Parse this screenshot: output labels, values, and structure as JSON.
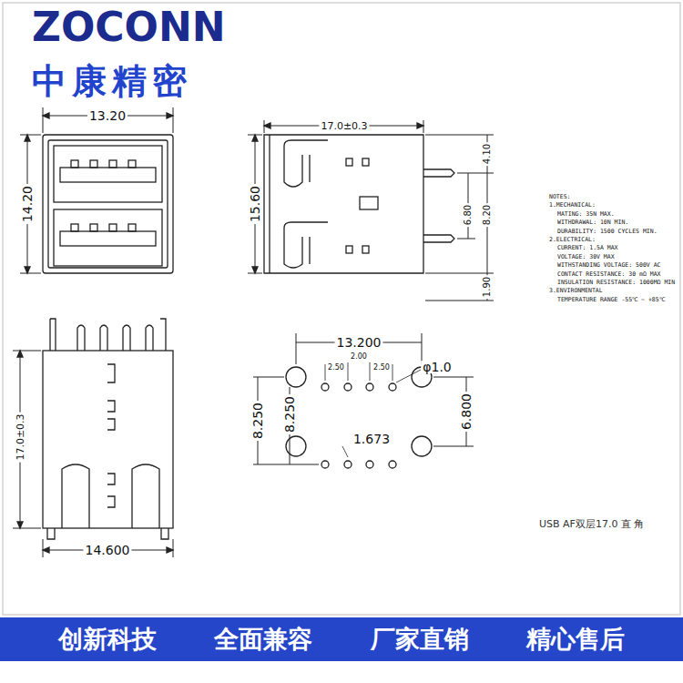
{
  "diagram": {
    "nodes": [
      {
        "text": [
          "创新科技",
          "全面兼容",
          "厂家直销",
          "精心售后"
        ]
      }
    ],
    "labels": [
      "ZOCONN",
      "中康精密",
      "13.20",
      "14.20",
      "17.0±0.3",
      "15.60",
      "4.10",
      "6.80",
      "8.20",
      "1.90",
      "17.0±0.3",
      "14.600",
      "13.200",
      "2.00",
      "2.50",
      "2.50",
      "φ1.0",
      "8.250",
      "8.250",
      "1.673",
      "6.800",
      "NOTES:",
      "1.MECHANICAL:",
      "MATING: 35N MAX.",
      "WITHDRAWAL: 10N MIN.",
      "DURABILITY: 1500 CYCLES MIN.",
      "2.ELECTRICAL:",
      "CURRENT: 1.5A MAX",
      "VOLTAGE: 30V MAX",
      "WITHSTANDING VOLTAGE: 500V AC",
      "CONTACT RESISTANCE: 30 mΩ MAX",
      "INSULATION RESISTANCE: 1000MΩ MIN",
      "3.ENVIRONMENTAL",
      "TEMPERATURE RANGE -55℃ ~ +85℃",
      "USB AF双层17.0 直 角"
    ]
  }
}
